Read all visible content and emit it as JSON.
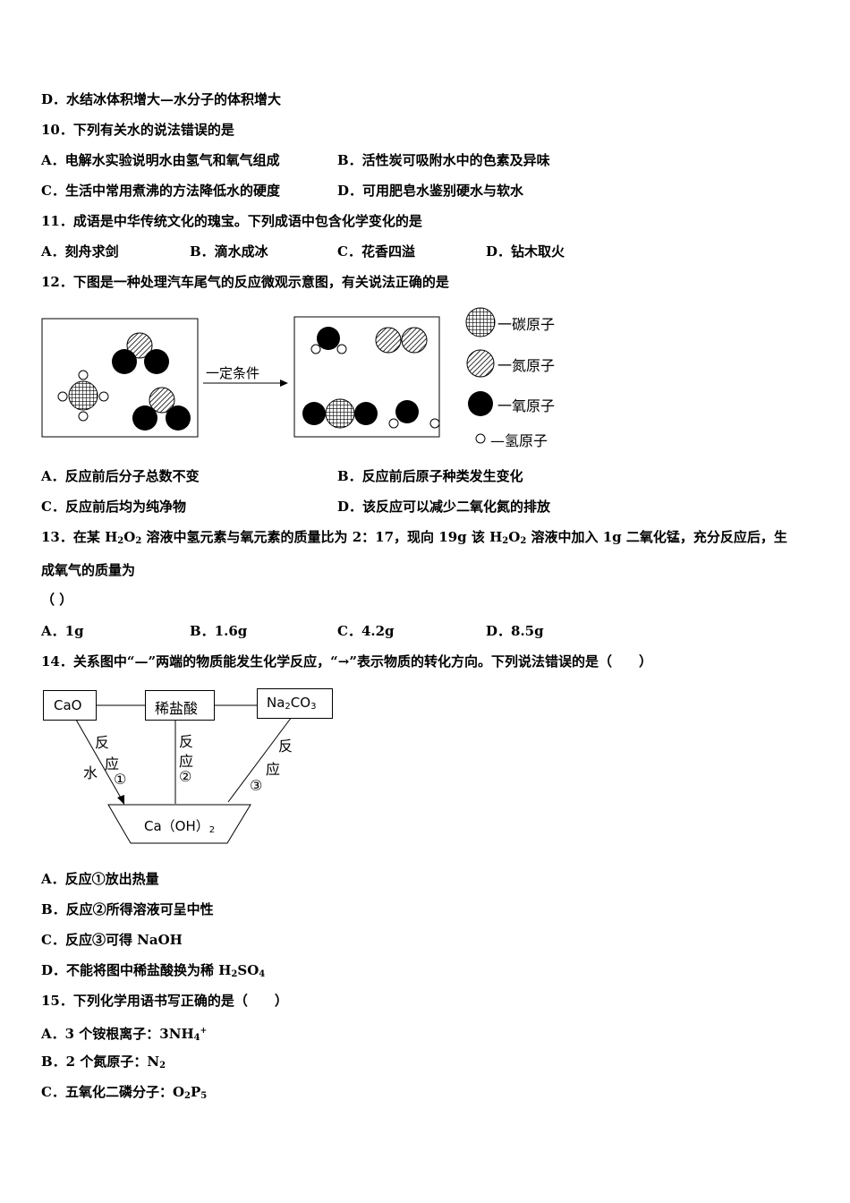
{
  "q9": {
    "optD": "D．水结冰体积增大—水分子的体积增大"
  },
  "q10": {
    "stem": "10．下列有关水的说法错误的是",
    "A": "A．电解水实验说明水由氢气和氧气组成",
    "B": "B．活性炭可吸附水中的色素及异味",
    "C": "C．生活中常用煮沸的方法降低水的硬度",
    "D": "D．可用肥皂水鉴别硬水与软水"
  },
  "q11": {
    "stem": "11．成语是中华传统文化的瑰宝。下列成语中包含化学变化的是",
    "A": "A．刻舟求剑",
    "B": "B．滴水成冰",
    "C": "C．花香四溢",
    "D": "D．钻木取火"
  },
  "q12": {
    "stem": "12．下图是一种处理汽车尾气的反应微观示意图，有关说法正确的是",
    "arrow_label": "一定条件",
    "legend": [
      "一碳原子",
      "一氮原子",
      "一氧原子",
      "—氢原子"
    ],
    "A": "A．反应前后分子总数不变",
    "B": "B．反应前后原子种类发生变化",
    "C": "C．反应前后均为纯净物",
    "D": "D．该反应可以减少二氧化氮的排放"
  },
  "q13": {
    "stem_pre": "13．在某 H",
    "stem_mid1": "O",
    "stem_mid2": " 溶液中氢元素与氧元素的质量比为 2：17，现向 19g 该 H",
    "stem_mid3": "O",
    "stem_post": " 溶液中加入 1g 二氧化锰，充分反应后，生",
    "sub2": "2",
    "line2": "成氧气的质量为",
    "paren": "（ ）",
    "A": "A．1g",
    "B": "B．1.6g",
    "C": "C．4.2g",
    "D": "D．8.5g"
  },
  "q14": {
    "stem": "14．关系图中“—”两端的物质能发生化学反应，“→”表示物质的转化方向。下列说法错误的是（　　）",
    "node_cao": "CaO",
    "node_hcl": "稀盐酸",
    "node_na2co3_a": "Na",
    "node_na2co3_b": "CO",
    "node_sub2": "2",
    "node_sub3": "3",
    "node_caoh2": "Ca（OH）",
    "edge1_a": "反",
    "edge1_b": "应",
    "edge1_c": "①",
    "edge1_water": "水",
    "edge2_a": "反",
    "edge2_b": "应",
    "edge2_c": "②",
    "edge3_a": "反",
    "edge3_b": "应",
    "edge3_c": "③",
    "A": "A．反应①放出热量",
    "B": "B．反应②所得溶液可呈中性",
    "C": "C．反应③可得 NaOH",
    "D_pre": "D．不能将图中稀盐酸换为稀 H",
    "D_s": "SO",
    "D_sub4": "4"
  },
  "q15": {
    "stem": "15．下列化学用语书写正确的是（　　）",
    "A_pre": "A．3 个铵根离子：3NH",
    "A_sub": "4",
    "A_sup": "+",
    "B_pre": "B．2 个氮原子：N",
    "B_sub": "2",
    "C_pre": "C．五氧化二磷分子：O",
    "C_mid": "P",
    "C_sub5": "5"
  }
}
